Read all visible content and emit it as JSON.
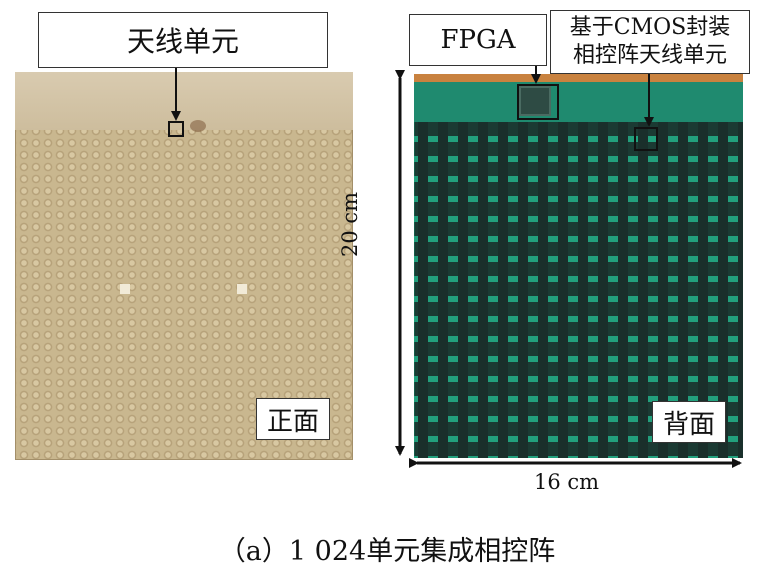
{
  "labels": {
    "antenna_unit": "天线单元",
    "fpga": "FPGA",
    "cmos_line1": "基于CMOS封装",
    "cmos_line2": "相控阵天线单元",
    "front": "正面",
    "back": "背面"
  },
  "dimensions": {
    "height": "20 cm",
    "width": "16 cm"
  },
  "caption": "（a）1 024单元集成相控阵"
}
